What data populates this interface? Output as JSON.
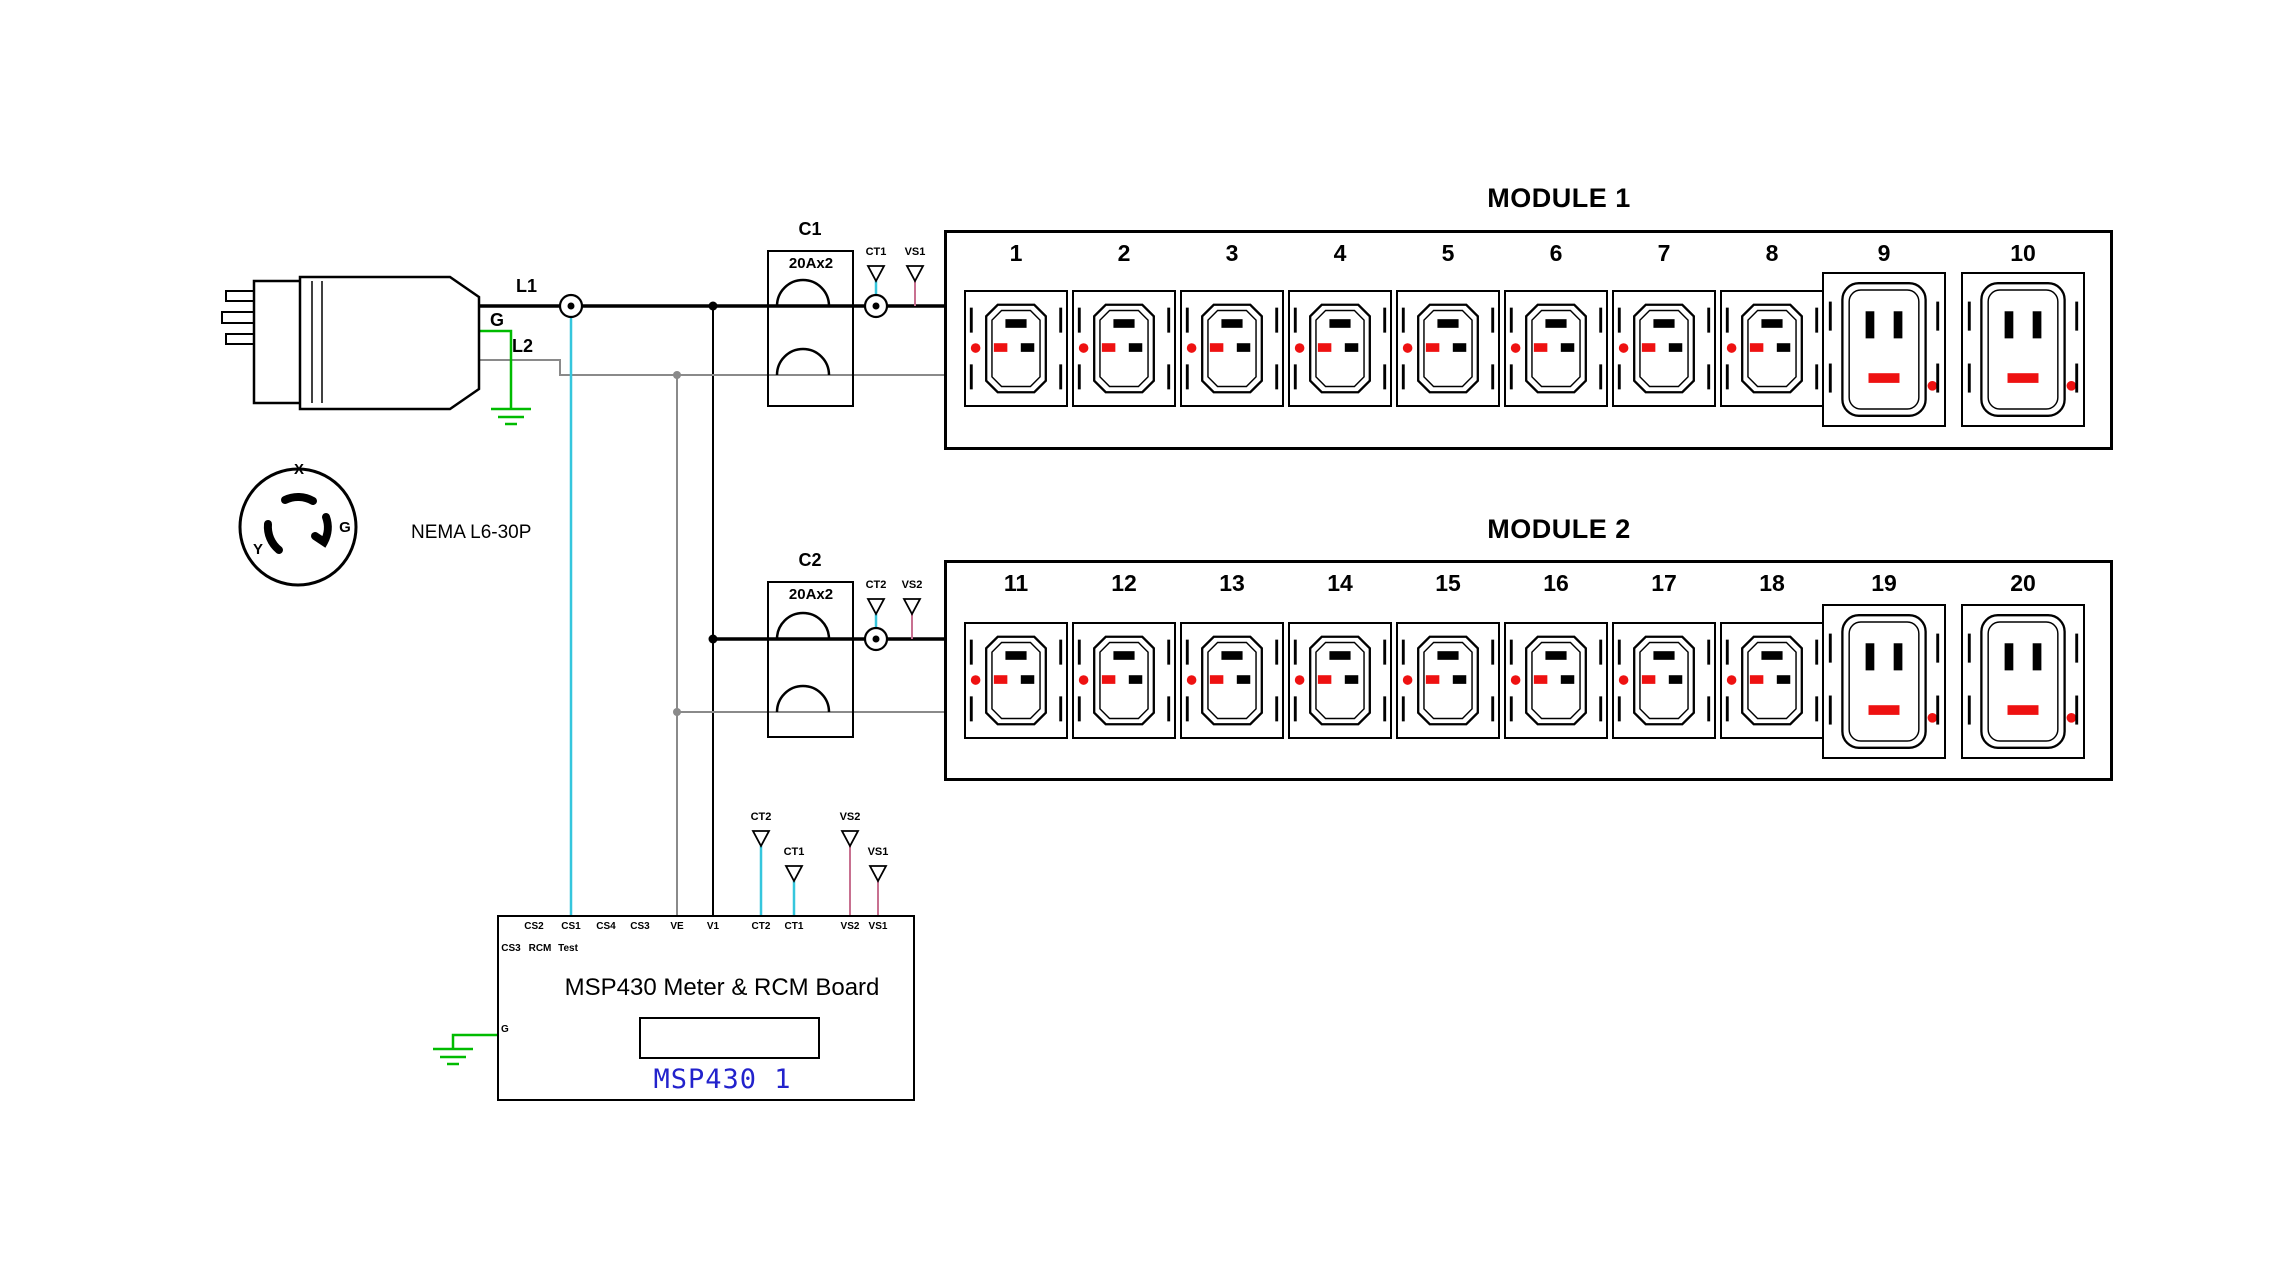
{
  "diagram": {
    "plug": {
      "label": "NEMA L6-30P",
      "terminals": {
        "l1": "L1",
        "g": "G",
        "l2": "L2"
      },
      "face": {
        "x": "X",
        "y": "Y",
        "g": "G"
      }
    },
    "breakers": [
      {
        "name": "C1",
        "rating": "20Ax2",
        "ct": "CT1",
        "vs": "VS1"
      },
      {
        "name": "C2",
        "rating": "20Ax2",
        "ct": "CT2",
        "vs": "VS2"
      }
    ],
    "modules": [
      {
        "title": "MODULE 1",
        "outlets": [
          {
            "num": "1",
            "type": "c13"
          },
          {
            "num": "2",
            "type": "c13"
          },
          {
            "num": "3",
            "type": "c13"
          },
          {
            "num": "4",
            "type": "c13"
          },
          {
            "num": "5",
            "type": "c13"
          },
          {
            "num": "6",
            "type": "c13"
          },
          {
            "num": "7",
            "type": "c13"
          },
          {
            "num": "8",
            "type": "c13"
          },
          {
            "num": "9",
            "type": "c19"
          },
          {
            "num": "10",
            "type": "c19"
          }
        ]
      },
      {
        "title": "MODULE 2",
        "outlets": [
          {
            "num": "11",
            "type": "c13"
          },
          {
            "num": "12",
            "type": "c13"
          },
          {
            "num": "13",
            "type": "c13"
          },
          {
            "num": "14",
            "type": "c13"
          },
          {
            "num": "15",
            "type": "c13"
          },
          {
            "num": "16",
            "type": "c13"
          },
          {
            "num": "17",
            "type": "c13"
          },
          {
            "num": "18",
            "type": "c13"
          },
          {
            "num": "19",
            "type": "c19"
          },
          {
            "num": "20",
            "type": "c19"
          }
        ]
      }
    ],
    "board": {
      "title": "MSP430 Meter & RCM Board",
      "mcu_label": "MSP430 1",
      "ground_label": "G",
      "pins_top": [
        "CS2",
        "CS1",
        "CS4",
        "CS3",
        "VE",
        "V1",
        "CT2",
        "CT1",
        "VS2",
        "VS1"
      ],
      "pins_row2": [
        "CS3",
        "RCM",
        "Test"
      ],
      "connectors": [
        {
          "label": "CT2"
        },
        {
          "label": "CT1"
        },
        {
          "label": "VS2"
        },
        {
          "label": "VS1"
        }
      ]
    },
    "colors": {
      "wire_l1": "#000000",
      "wire_l2": "#8a8a8a",
      "wire_ground": "#00bb00",
      "wire_cs": "#35c6dd",
      "wire_vs": "#c87090",
      "outlet_accent": "#ee1111",
      "mcu_text": "#2222cc"
    }
  }
}
